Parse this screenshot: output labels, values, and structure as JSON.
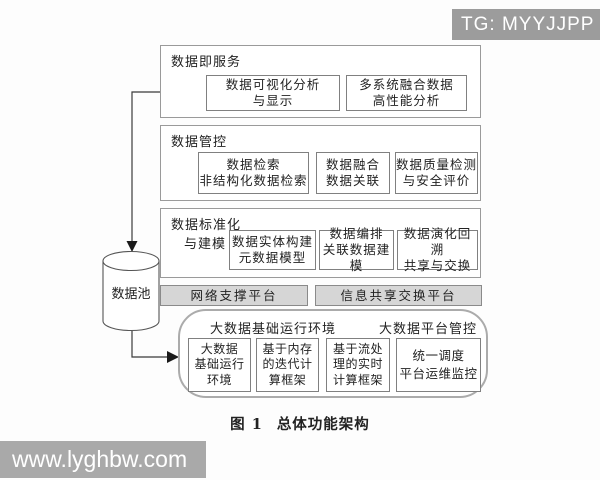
{
  "badge": {
    "text": "TG: MYYJJPP"
  },
  "watermark": {
    "text": "www.lyghbw.com"
  },
  "caption": {
    "label": "图 1",
    "title": "总体功能架构"
  },
  "diagram": {
    "data_pool": {
      "label": "数据池"
    },
    "sections": [
      {
        "title": "数据即服务",
        "boxes": [
          {
            "line1": "数据可视化分析",
            "line2": "与显示"
          },
          {
            "line1": "多系统融合数据",
            "line2": "高性能分析"
          }
        ]
      },
      {
        "title": "数据管控",
        "boxes": [
          {
            "line1": "数据检索",
            "line2": "非结构化数据检索"
          },
          {
            "line1": "数据融合",
            "line2": "数据关联"
          },
          {
            "line1": "数据质量检测",
            "line2": "与安全评价"
          }
        ]
      },
      {
        "title_line1": "数据标准化",
        "title_line2": "与建模",
        "boxes": [
          {
            "line1": "数据实体构建",
            "line2": "元数据模型"
          },
          {
            "line1": "数据编排",
            "line2": "关联数据建模"
          },
          {
            "line1": "数据演化回溯",
            "line2": "共享与交换"
          }
        ]
      }
    ],
    "platform_bars": [
      {
        "label": "网络支撑平台"
      },
      {
        "label": "信息共享交换平台"
      }
    ],
    "runtime": {
      "title_left": "大数据基础运行环境",
      "title_right": "大数据平台管控",
      "boxes": [
        {
          "lines": [
            "大数据",
            "基础运行",
            "环境"
          ]
        },
        {
          "lines": [
            "基于内存",
            "的迭代计",
            "算框架"
          ]
        },
        {
          "lines": [
            "基于流处",
            "理的实时",
            "计算框架"
          ]
        },
        {
          "lines": [
            "统一调度",
            "平台运维监控"
          ]
        }
      ]
    }
  },
  "colors": {
    "badge_bg": "#9c9c9c",
    "watermark_bg": "#a9a9a9",
    "platform_bar_fill": "#d6d6d6",
    "box_border": "#808080",
    "section_border": "#9a9a9a",
    "arrow": "#3a3a3a"
  }
}
